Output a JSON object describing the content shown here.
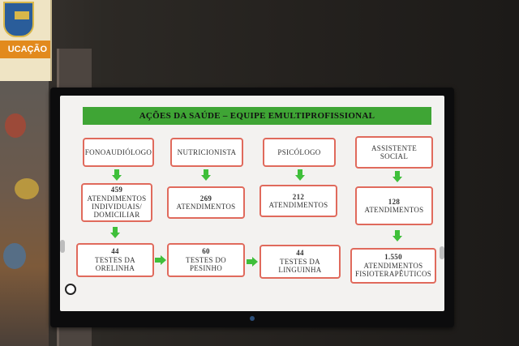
{
  "banner": {
    "label": "UCAÇÃO"
  },
  "screen": {
    "title": "AÇÕES DA SAÚDE – EQUIPE EMULTIPROFISSIONAL",
    "columns": [
      {
        "header": [
          "FONOAUDIÓLOGO"
        ],
        "stat": {
          "number": "459",
          "lines": [
            "ATENDIMENTOS",
            "INDIVIDUAIS/",
            "DOMICILIAR"
          ]
        },
        "result": {
          "number": "44",
          "lines": [
            "TESTES DA",
            "ORELINHA"
          ]
        }
      },
      {
        "header": [
          "NUTRICIONISTA"
        ],
        "stat": {
          "number": "269",
          "lines": [
            "ATENDIMENTOS"
          ]
        },
        "result": {
          "number": "60",
          "lines": [
            "TESTES DO",
            "PESINHO"
          ]
        }
      },
      {
        "header": [
          "PSICÓLOGO"
        ],
        "stat": {
          "number": "212",
          "lines": [
            "ATENDIMENTOS"
          ]
        },
        "result": {
          "number": "44",
          "lines": [
            "TESTES DA",
            "LINGUINHA"
          ]
        }
      },
      {
        "header": [
          "ASSISTENTE",
          "SOCIAL"
        ],
        "stat": {
          "number": "128",
          "lines": [
            "ATENDIMENTOS"
          ]
        },
        "result": {
          "number": "1.550",
          "lines": [
            "ATENDIMENTOS",
            "FISIOTERAPÊUTICOS"
          ]
        }
      }
    ]
  },
  "colors": {
    "title_bar": "#3fa535",
    "box_border": "#e06a5c",
    "arrow": "#3fbf3a"
  }
}
